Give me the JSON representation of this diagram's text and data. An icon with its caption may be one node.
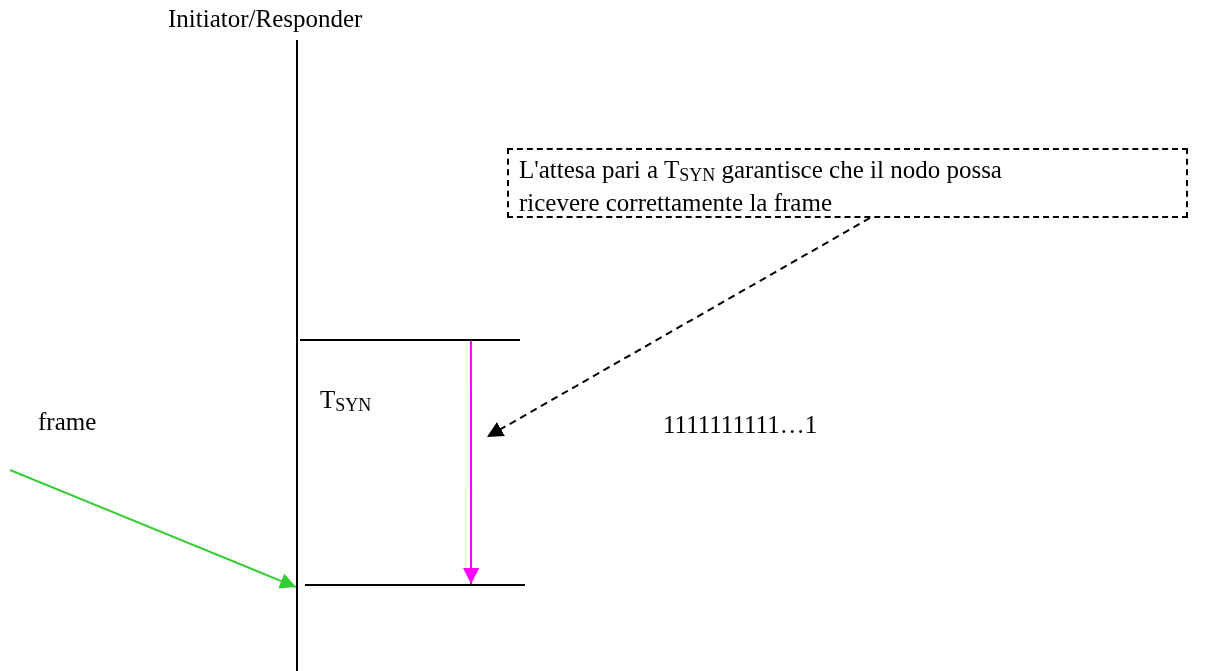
{
  "diagram": {
    "nodes": [
      {
        "text": [],
        "shape": "bar"
      },
      {
        "text": [
          "L'attesa pari a T$_{SYN}$ garantisce che il nodo possa ricevere correttamente la frame"
        ]
      },
      {
        "text": [],
        "shape": "bar"
      },
      {
        "text": [],
        "shape": "bar"
      },
      {
        "text": [
          "frame"
        ]
      }
    ],
    "edges": [
      {
        "from": 4,
        "to": 0,
        "arrow": "to",
        "color": "#33cc33"
      },
      {
        "from": 2,
        "to": 3,
        "arrow": "to",
        "color": "#ff00ff"
      },
      {
        "from": 1,
        "to": null,
        "arrow": "to",
        "style": "dashed",
        "color": "#000000"
      }
    ],
    "labels": [
      "Initiator/Responder",
      "T$_{SYN}$",
      "1111111111…1"
    ]
  }
}
